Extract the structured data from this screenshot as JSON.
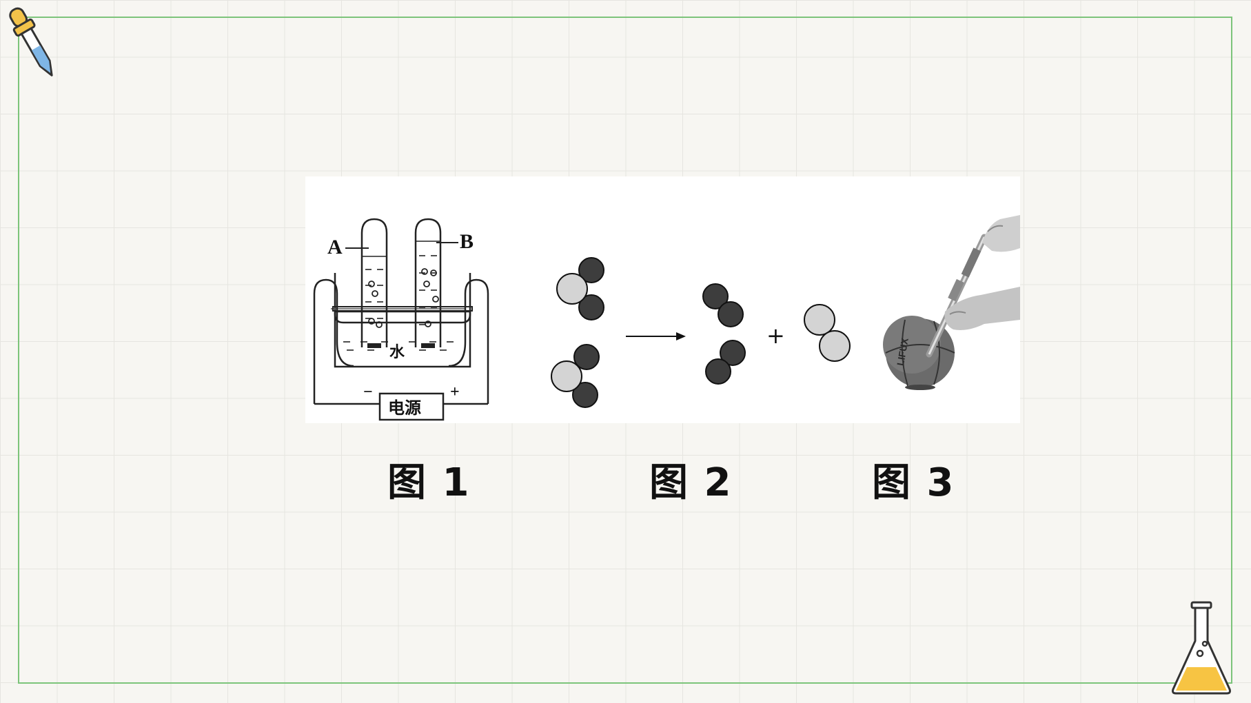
{
  "figure1": {
    "label_a": "A",
    "label_b": "B",
    "water_label": "水",
    "power_label": "电源",
    "minus_sign": "−",
    "plus_sign": "+"
  },
  "figure2": {
    "plus_sign": "+",
    "dark_atom_color": "#3d3d3d",
    "light_atom_color": "#d4d4d4"
  },
  "figure3": {
    "ball_brand": "LIFUX"
  },
  "captions": [
    "图 1",
    "图 2",
    "图 3"
  ],
  "colors": {
    "frame": "#7cc47a",
    "background": "#f7f6f2"
  }
}
